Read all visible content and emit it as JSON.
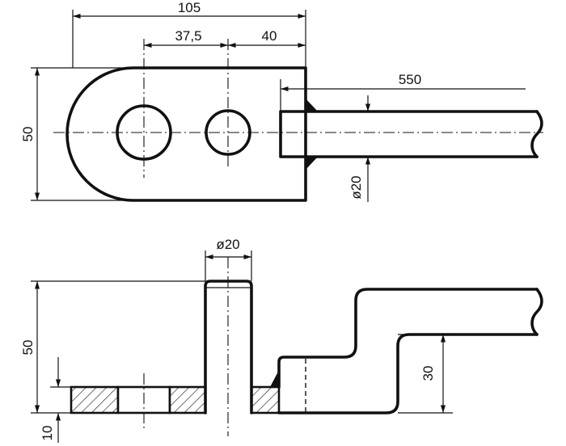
{
  "drawing": {
    "top_view": {
      "dims": {
        "overall_length": "105",
        "hole_spacing": "37,5",
        "hole_to_end": "40",
        "rod_length": "550",
        "height": "50",
        "rod_diameter": "ø20"
      }
    },
    "front_view": {
      "dims": {
        "pin_diameter": "ø20",
        "height": "50",
        "offset": "30",
        "plate_thickness": "10"
      }
    }
  }
}
